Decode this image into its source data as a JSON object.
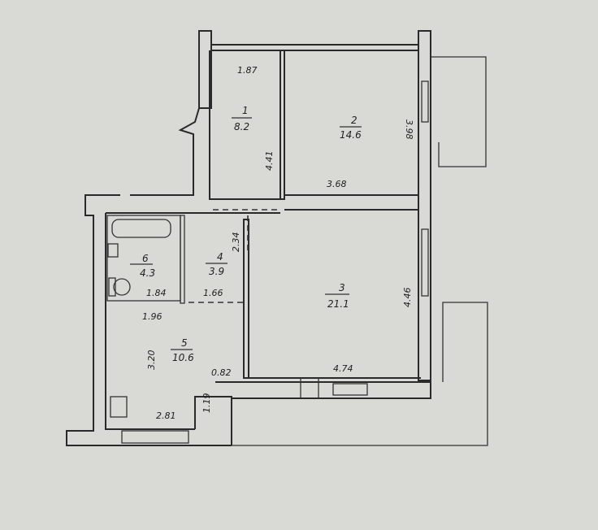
{
  "rooms": [
    {
      "number": "1",
      "area": "8.2"
    },
    {
      "number": "2",
      "area": "14.6"
    },
    {
      "number": "3",
      "area": "21.1"
    },
    {
      "number": "4",
      "area": "3.9"
    },
    {
      "number": "5",
      "area": "10.6"
    },
    {
      "number": "6",
      "area": "4.3"
    }
  ],
  "dimensions": {
    "r1_width": "1.87",
    "r1_length": "4.41",
    "r2_width": "3.68",
    "r2_length": "3.98",
    "r4_length": "2.34",
    "r3_length": "4.46",
    "r3_width": "4.74",
    "r6_width": "1.84",
    "r4_width": "1.66",
    "r5_top": "1.96",
    "r5_length": "3.20",
    "r5_step": "0.82",
    "r5_step_len": "1.19",
    "r5_bottom": "2.81"
  },
  "colors": {
    "paper": "#d9d9d6",
    "ink": "#2a2a2a"
  }
}
